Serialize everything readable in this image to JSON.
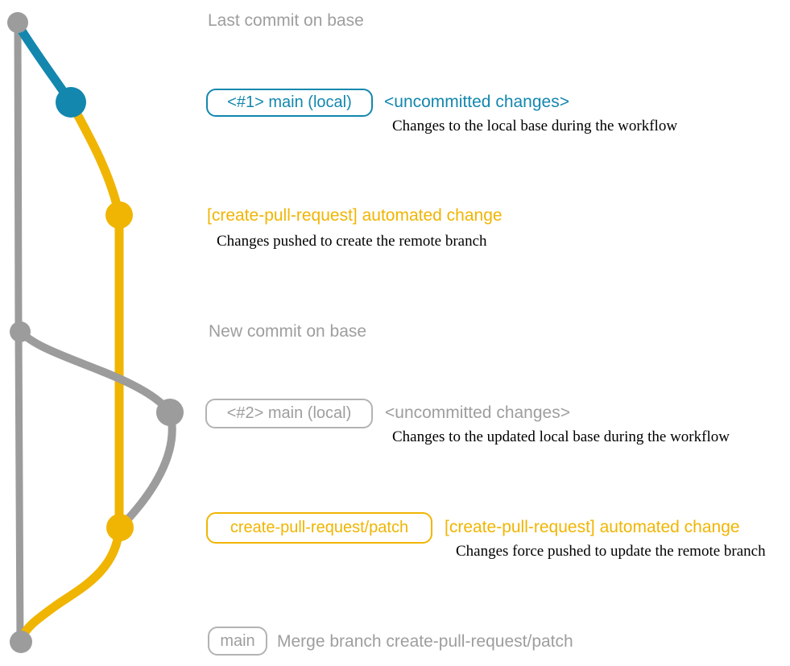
{
  "colors": {
    "gray_line": "#9c9c9c",
    "gray_text": "#9e9e9e",
    "gray_border": "#b3b3b3",
    "blue": "#1387ae",
    "yellow": "#f0b502",
    "description_text": "#000000"
  },
  "graph": {
    "branches": [
      {
        "name": "base",
        "color_key": "gray_line"
      },
      {
        "name": "main-local",
        "color_key": "blue"
      },
      {
        "name": "create-pull-request-patch",
        "color_key": "yellow"
      }
    ],
    "nodes": [
      {
        "id": "last-commit-on-base",
        "color_key": "gray_line"
      },
      {
        "id": "uncommitted-changes-1",
        "color_key": "blue"
      },
      {
        "id": "automated-change-1",
        "color_key": "yellow"
      },
      {
        "id": "new-commit-on-base",
        "color_key": "gray_line"
      },
      {
        "id": "uncommitted-changes-2",
        "color_key": "gray_line"
      },
      {
        "id": "automated-change-2",
        "color_key": "yellow"
      },
      {
        "id": "merge-commit",
        "color_key": "gray_line"
      }
    ]
  },
  "rows": {
    "row1": {
      "caption": "Last commit on base"
    },
    "row2": {
      "badge": "<#1> main (local)",
      "heading": "<uncommitted changes>",
      "description": "Changes to the local base during the workflow"
    },
    "row3": {
      "heading": "[create-pull-request] automated change",
      "description": "Changes pushed to create the remote branch"
    },
    "row4": {
      "caption": "New commit on base"
    },
    "row5": {
      "badge": "<#2> main (local)",
      "heading": "<uncommitted changes>",
      "description": "Changes to the updated local base during the workflow"
    },
    "row6": {
      "badge": "create-pull-request/patch",
      "heading": "[create-pull-request] automated change",
      "description": "Changes force pushed to update the remote branch"
    },
    "row7": {
      "badge": "main",
      "caption": "Merge branch create-pull-request/patch"
    }
  }
}
